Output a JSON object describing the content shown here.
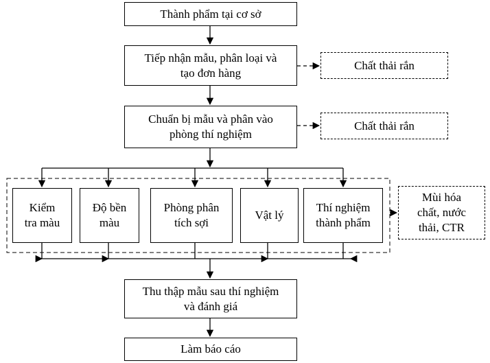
{
  "nodes": {
    "start": "Thành phẩm tại cơ sở",
    "receive": "Tiếp nhận mẫu, phân loại và\ntạo đơn hàng",
    "waste1": "Chất thải rắn",
    "prepare": "Chuẩn bị mẫu và phân vào\nphòng thí nghiệm",
    "waste2": "Chất thải rắn",
    "color_check": "Kiểm\ntra màu",
    "durability": "Độ bền\nmàu",
    "fiber_lab": "Phòng phân\ntích sợi",
    "physics": "Vật lý",
    "finished_test": "Thí nghiệm\nthành phẩm",
    "emissions": "Mùi hóa\nchất, nước\nthải, CTR",
    "collect": "Thu thập mẫu sau thí nghiệm\nvà đánh giá",
    "report": "Làm báo cáo"
  }
}
